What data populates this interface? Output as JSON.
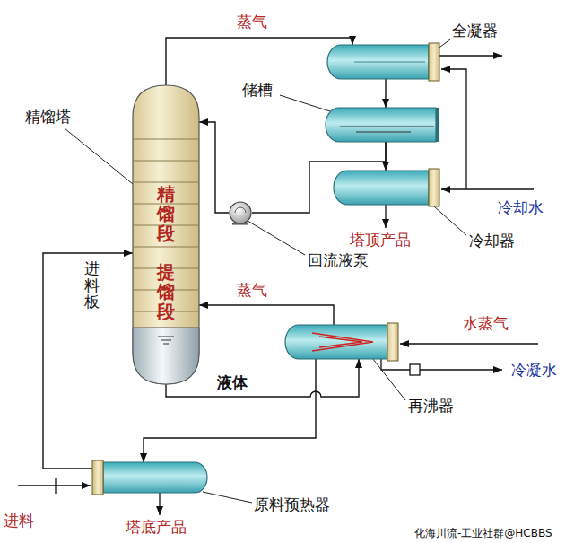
{
  "diagram": {
    "nodes": [
      {
        "text": [
          "精馏段",
          "提馏段"
        ]
      },
      {
        "text": [
          "全凝器"
        ]
      },
      {
        "text": [
          "储槽"
        ]
      },
      {
        "text": [
          "冷却器"
        ]
      },
      {
        "text": [
          "回流液泵"
        ]
      },
      {
        "text": [
          "再沸器"
        ]
      },
      {
        "text": [
          "原料预热器"
        ]
      }
    ],
    "edges": [
      {
        "from": 0,
        "to": 1,
        "arrow": "to",
        "label": "蒸气"
      },
      {
        "from": 1,
        "to": 2,
        "arrow": "to"
      },
      {
        "from": 2,
        "to": 3,
        "arrow": "to"
      },
      {
        "from": 2,
        "to": 4,
        "arrow": "none"
      },
      {
        "from": 4,
        "to": 0,
        "arrow": "to"
      },
      {
        "from": 0,
        "to": 5,
        "arrow": "to",
        "label": "液体"
      },
      {
        "from": 5,
        "to": 0,
        "arrow": "to",
        "label": "蒸气"
      },
      {
        "from": 5,
        "to": 6,
        "arrow": "to"
      },
      {
        "from": 6,
        "to": 0,
        "arrow": "to"
      }
    ],
    "labels": [
      "精馏塔",
      "进料板",
      "塔顶产品",
      "冷却水",
      "水蒸气",
      "冷凝水",
      "进料",
      "塔底产品",
      "化海川流-工业社群@HCBBS"
    ]
  }
}
